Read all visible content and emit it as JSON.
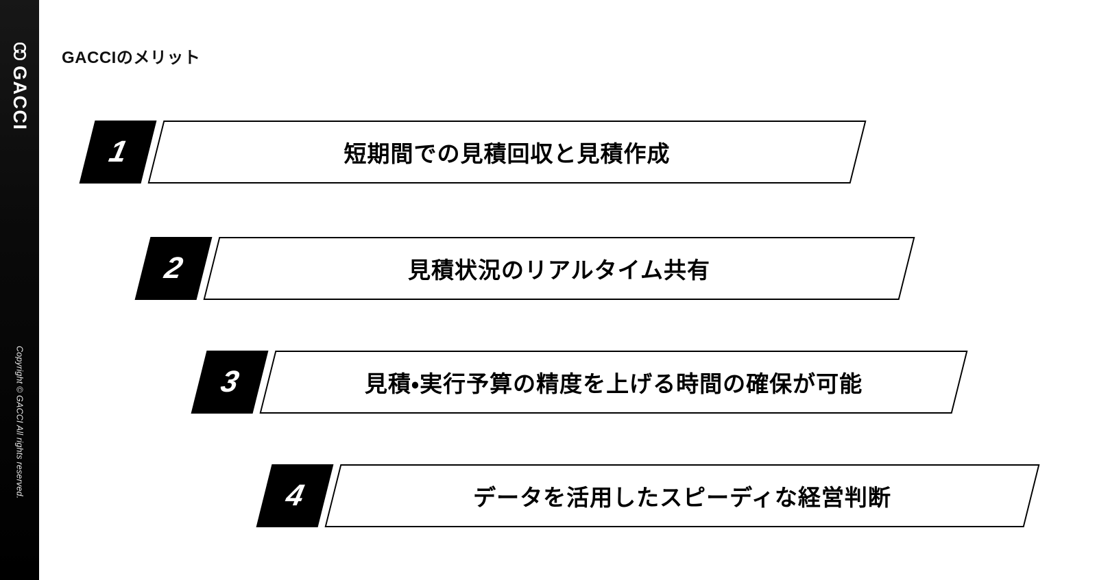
{
  "sidebar": {
    "logo_icon": "gacci-linked-rings-icon",
    "brand_name": "GACCI",
    "copyright": "Copyright © GACCI All rights reserved."
  },
  "header": {
    "title": "GACCIのメリット"
  },
  "colors": {
    "sidebar_background": "#0d0d0d",
    "accent": "#000000",
    "page_background": "#ffffff",
    "text": "#111111"
  },
  "main": {
    "benefits": [
      {
        "number": "1",
        "label": "短期間での見積回収と見積作成"
      },
      {
        "number": "2",
        "label": "見積状況のリアルタイム共有"
      },
      {
        "number": "3",
        "label": "見積・実行予算の精度を上げる時間の確保が可能"
      },
      {
        "number": "4",
        "label": "データを活用したスピーディな経営判断"
      }
    ]
  }
}
